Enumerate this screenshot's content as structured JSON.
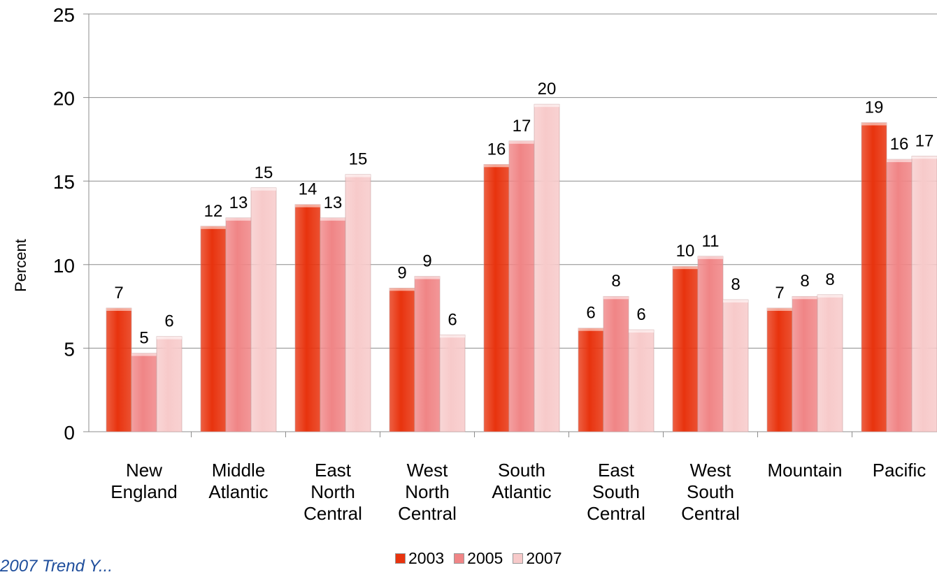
{
  "chart_data": {
    "type": "bar",
    "title": "",
    "xlabel": "",
    "ylabel": "Percent",
    "ylim": [
      0,
      25
    ],
    "yticks": [
      0,
      5,
      10,
      15,
      20,
      25
    ],
    "grid": true,
    "legend_position": "bottom-center",
    "categories": [
      "New\nEngland",
      "Middle\nAtlantic",
      "East\nNorth\nCentral",
      "West\nNorth\nCentral",
      "South\nAtlantic",
      "East\nSouth\nCentral",
      "West\nSouth\nCentral",
      "Mountain",
      "Pacific"
    ],
    "series": [
      {
        "name": "2003",
        "color": "#e8330e",
        "values": [
          7.4,
          12.3,
          13.6,
          8.6,
          16.0,
          6.2,
          9.9,
          7.4,
          18.5
        ],
        "labels": [
          "7",
          "12",
          "14",
          "9",
          "16",
          "6",
          "10",
          "7",
          "19"
        ]
      },
      {
        "name": "2005",
        "color": "#f08586",
        "values": [
          4.7,
          12.8,
          12.8,
          9.3,
          17.4,
          8.1,
          10.5,
          8.1,
          16.3
        ],
        "labels": [
          "5",
          "13",
          "13",
          "9",
          "17",
          "8",
          "11",
          "8",
          "16"
        ]
      },
      {
        "name": "2007",
        "color": "#f7caca",
        "values": [
          5.7,
          14.6,
          15.4,
          5.8,
          19.6,
          6.1,
          7.9,
          8.2,
          16.5
        ],
        "labels": [
          "6",
          "15",
          "15",
          "6",
          "20",
          "6",
          "8",
          "8",
          "17"
        ]
      }
    ]
  },
  "footnote": "2007 Trend Y..."
}
